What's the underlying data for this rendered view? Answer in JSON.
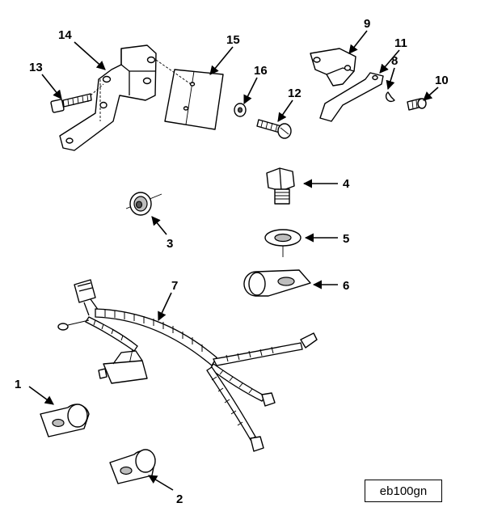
{
  "figure": {
    "reference_code": "eb100gn",
    "callouts": [
      "1",
      "2",
      "3",
      "4",
      "5",
      "6",
      "7",
      "8",
      "9",
      "10",
      "11",
      "12",
      "13",
      "14",
      "15",
      "16"
    ]
  }
}
